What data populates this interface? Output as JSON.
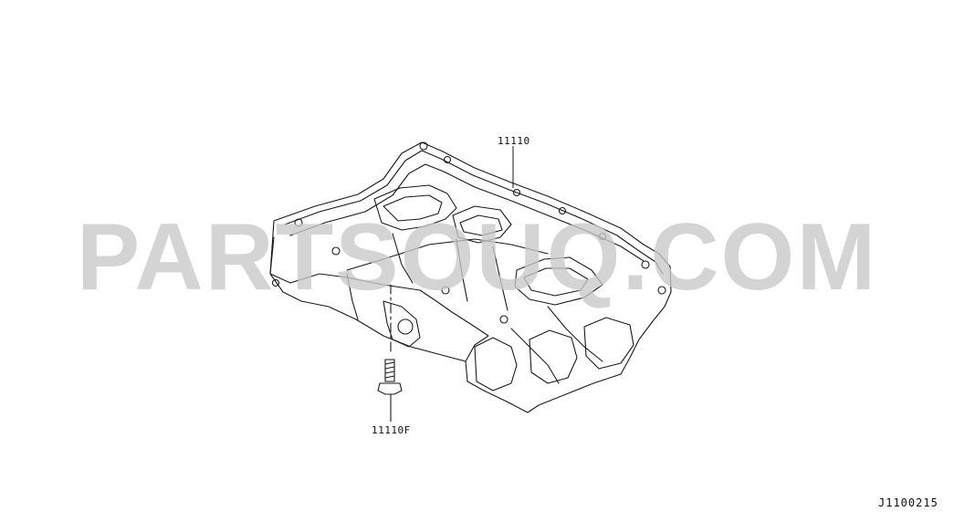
{
  "diagram": {
    "parts": [
      {
        "id": "oil-pan",
        "part_number": "11110"
      },
      {
        "id": "bolt",
        "part_number": "11110F"
      }
    ],
    "figure_code": "J1100215"
  },
  "watermark": {
    "text": "PARTSOUQ.COM"
  },
  "colors": {
    "line": "#1a1a1a",
    "watermark": "#c9c9c9",
    "background": "#ffffff"
  }
}
